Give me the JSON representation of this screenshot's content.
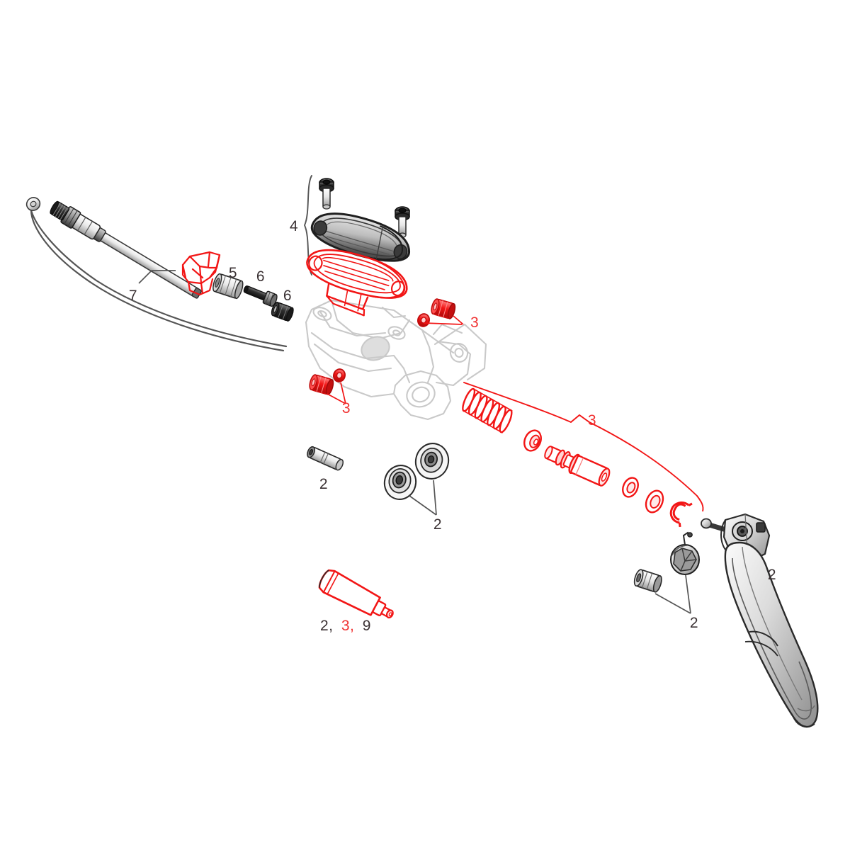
{
  "diagram": {
    "title": "Hydraulic brake lever exploded parts diagram",
    "background_color": "#ffffff",
    "colors": {
      "highlight_red": "#f21616",
      "label_dark": "#3a3133",
      "label_red": "#f03030",
      "outline_black": "#2a2a2a",
      "ghost_gray": "#c9c9c9",
      "metal_light": "#efefef",
      "metal_mid": "#b9b9b9",
      "metal_dark": "#4a4a4a"
    }
  },
  "labels": {
    "hose_assembly": "7",
    "barrel_nut": "5",
    "bolt_upper": "6",
    "bolt_lower": "6",
    "reservoir_group": "4",
    "seal_kit_upper_right": "3",
    "seal_kit_left": "3",
    "piston_kit": "3",
    "pin_bushing": "2",
    "bearing_washers": "2",
    "grease_tube": "2, 3, 9",
    "grease_tube_parts": [
      "2,",
      "3,",
      "9"
    ],
    "lever_body": "2",
    "lever_pivot": "2"
  },
  "parts": [
    {
      "id": "7",
      "name": "hydraulic-hose-assembly",
      "callout": "7",
      "color": "black",
      "highlighted": false
    },
    {
      "id": "hose-clamp",
      "name": "hose-clamp",
      "callout": "",
      "color": "red",
      "highlighted": true
    },
    {
      "id": "5",
      "name": "barrel-nut",
      "callout": "5",
      "color": "black",
      "highlighted": false
    },
    {
      "id": "6a",
      "name": "compression-bolt",
      "callout": "6",
      "color": "black",
      "highlighted": false
    },
    {
      "id": "6b",
      "name": "compression-fitting",
      "callout": "6",
      "color": "black",
      "highlighted": false
    },
    {
      "id": "4",
      "name": "reservoir-cover-group",
      "callout": "4",
      "color": "black",
      "highlighted": false
    },
    {
      "id": "4-bolt-a",
      "name": "cover-bolt-a",
      "callout": "",
      "color": "black",
      "highlighted": false
    },
    {
      "id": "4-bolt-b",
      "name": "cover-bolt-b",
      "callout": "",
      "color": "black",
      "highlighted": false
    },
    {
      "id": "4-gasket",
      "name": "reservoir-gasket",
      "callout": "",
      "color": "red",
      "highlighted": true
    },
    {
      "id": "3a",
      "name": "bleed-port-grommet-set-right",
      "callout": "3",
      "color": "red",
      "highlighted": true
    },
    {
      "id": "3b",
      "name": "bleed-port-grommet-set-left",
      "callout": "3",
      "color": "red",
      "highlighted": true
    },
    {
      "id": "3c",
      "name": "piston-seal-kit",
      "callout": "3",
      "color": "red",
      "highlighted": true
    },
    {
      "id": "master-cylinder",
      "name": "master-cylinder-body",
      "callout": "",
      "color": "ghost",
      "highlighted": false
    },
    {
      "id": "2a",
      "name": "pivot-pin",
      "callout": "2",
      "color": "black",
      "highlighted": false
    },
    {
      "id": "2b",
      "name": "bearing-washer-small",
      "callout": "2",
      "color": "black",
      "highlighted": false
    },
    {
      "id": "2c",
      "name": "bearing-washer-large",
      "callout": "2",
      "color": "black",
      "highlighted": false
    },
    {
      "id": "2d",
      "name": "lever-bushing",
      "callout": "2",
      "color": "black",
      "highlighted": false
    },
    {
      "id": "2e",
      "name": "reach-adjust-screw",
      "callout": "2",
      "color": "black",
      "highlighted": false
    },
    {
      "id": "lever",
      "name": "brake-lever-blade",
      "callout": "2",
      "color": "black",
      "highlighted": false
    },
    {
      "id": "239",
      "name": "grease-tube",
      "callout": "2, 3, 9",
      "color": "red",
      "highlighted": true
    }
  ]
}
